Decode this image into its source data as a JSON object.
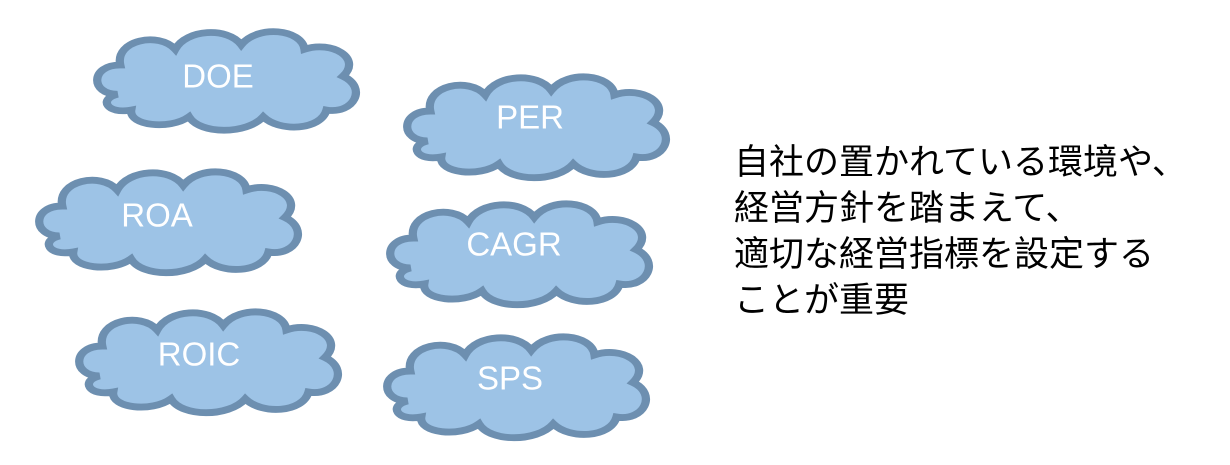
{
  "colors": {
    "cloud_fill": "#9dc3e6",
    "cloud_label": "#ffffff",
    "text": "#000000"
  },
  "clouds": [
    {
      "label": "DOE"
    },
    {
      "label": "PER"
    },
    {
      "label": "ROA"
    },
    {
      "label": "CAGR"
    },
    {
      "label": "ROIC"
    },
    {
      "label": "SPS"
    }
  ],
  "message": {
    "lines": [
      "自社の置かれている環境や、",
      "経営方針を踏まえて、",
      "適切な経営指標を設定する",
      "ことが重要"
    ]
  }
}
